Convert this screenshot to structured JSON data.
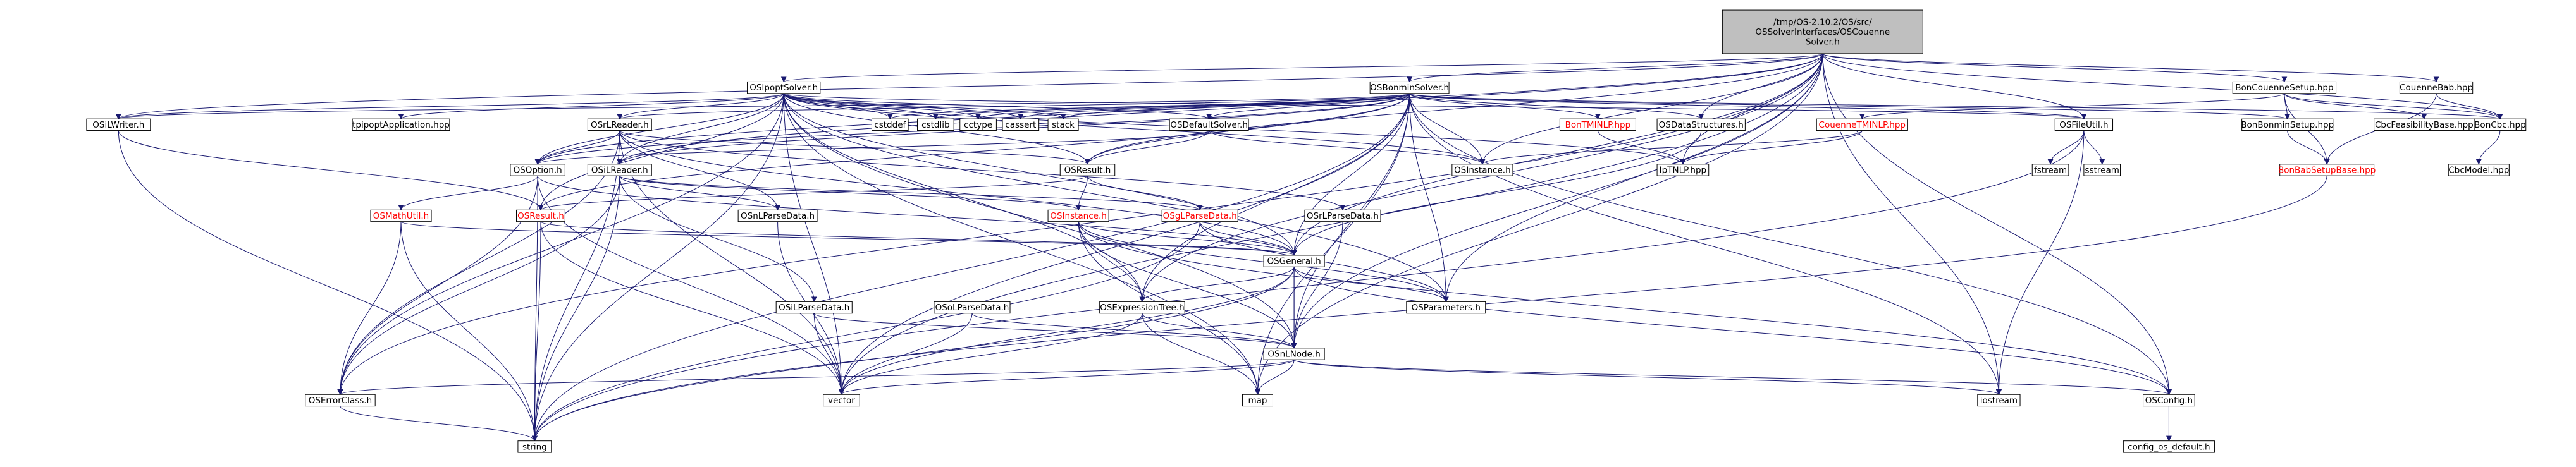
{
  "diagram": {
    "kind": "include-dependency-graph",
    "colors": {
      "edge": "#191970",
      "root_fill": "#bfbfbf",
      "node_fill": "#ffffff",
      "node_border": "#000000",
      "text": "#000000",
      "linked_text": "#ff0000"
    },
    "nodes": [
      {
        "id": "root",
        "label": "/tmp/OS-2.10.2/OS/src/\nOSSolverInterfaces/OSCouenne\nSolver.h",
        "style": "root"
      },
      {
        "id": "ipopt",
        "label": "OSIpoptSolver.h",
        "style": "normal"
      },
      {
        "id": "bonmin",
        "label": "OSBonminSolver.h",
        "style": "normal"
      },
      {
        "id": "bcs",
        "label": "BonCouenneSetup.hpp",
        "style": "normal"
      },
      {
        "id": "cbab",
        "label": "CouenneBab.hpp",
        "style": "normal"
      },
      {
        "id": "oswriter",
        "label": "OSiLWriter.h",
        "style": "normal"
      },
      {
        "id": "tpipopt",
        "label": "tpipoptApplication.hpp",
        "style": "normal"
      },
      {
        "id": "osrlreader",
        "label": "OSrLReader.h",
        "style": "normal"
      },
      {
        "id": "cstddef",
        "label": "cstddef",
        "style": "normal"
      },
      {
        "id": "cstdlib",
        "label": "cstdlib",
        "style": "normal"
      },
      {
        "id": "cctype",
        "label": "cctype",
        "style": "normal"
      },
      {
        "id": "cassert",
        "label": "cassert",
        "style": "normal"
      },
      {
        "id": "stack",
        "label": "stack",
        "style": "normal"
      },
      {
        "id": "osdefsolver",
        "label": "OSDefaultSolver.h",
        "style": "normal"
      },
      {
        "id": "bontmin",
        "label": "BonTMINLP.hpp",
        "style": "linked"
      },
      {
        "id": "osdatastruct",
        "label": "OSDataStructures.h",
        "style": "normal"
      },
      {
        "id": "couennetminlp",
        "label": "CouenneTMINLP.hpp",
        "style": "linked"
      },
      {
        "id": "osfileutil",
        "label": "OSFileUtil.h",
        "style": "normal"
      },
      {
        "id": "bonminsetup",
        "label": "BonBonminSetup.hpp",
        "style": "normal"
      },
      {
        "id": "cbcfeas",
        "label": "CbcFeasibilityBase.hpp",
        "style": "normal"
      },
      {
        "id": "boncbc",
        "label": "BonCbc.hpp",
        "style": "normal"
      },
      {
        "id": "osoption",
        "label": "OSOption.h",
        "style": "normal"
      },
      {
        "id": "osilreader",
        "label": "OSiLReader.h",
        "style": "normal"
      },
      {
        "id": "osresult",
        "label": "OSResult.h",
        "style": "normal"
      },
      {
        "id": "osinstance",
        "label": "OSInstance.h",
        "style": "normal"
      },
      {
        "id": "iptnlp",
        "label": "IpTNLP.hpp",
        "style": "normal"
      },
      {
        "id": "fstream",
        "label": "fstream",
        "style": "normal"
      },
      {
        "id": "sstream",
        "label": "sstream",
        "style": "normal"
      },
      {
        "id": "bonbab",
        "label": "BonBabSetupBase.hpp",
        "style": "linked"
      },
      {
        "id": "cbcmodel",
        "label": "CbcModel.hpp",
        "style": "normal"
      },
      {
        "id": "osmathutil",
        "label": "OSMathUtil.h",
        "style": "linked"
      },
      {
        "id": "osrsresult",
        "label": "OSResult.h",
        "style": "linked"
      },
      {
        "id": "osnlparse",
        "label": "OSnLParseData.h",
        "style": "normal"
      },
      {
        "id": "osrlparse",
        "label": "OSrLParseData.h",
        "style": "normal"
      },
      {
        "id": "ossgl",
        "label": "OSgLParseData.h",
        "style": "linked"
      },
      {
        "id": "osinstance2",
        "label": "OSInstance.h",
        "style": "linked"
      },
      {
        "id": "osgeneral",
        "label": "OSGeneral.h",
        "style": "normal"
      },
      {
        "id": "osilparse",
        "label": "OSiLParseData.h",
        "style": "normal"
      },
      {
        "id": "oslparse",
        "label": "OSoLParseData.h",
        "style": "normal"
      },
      {
        "id": "osexpr",
        "label": "OSExpressionTree.h",
        "style": "normal"
      },
      {
        "id": "osparams",
        "label": "OSParameters.h",
        "style": "normal"
      },
      {
        "id": "osnlnode",
        "label": "OSnLNode.h",
        "style": "normal"
      },
      {
        "id": "oserror",
        "label": "OSErrorClass.h",
        "style": "normal"
      },
      {
        "id": "vector",
        "label": "vector",
        "style": "normal"
      },
      {
        "id": "map",
        "label": "map",
        "style": "normal"
      },
      {
        "id": "iostream",
        "label": "iostream",
        "style": "normal"
      },
      {
        "id": "osconfig",
        "label": "OSConfig.h",
        "style": "normal"
      },
      {
        "id": "string",
        "label": "string",
        "style": "normal"
      },
      {
        "id": "configdef",
        "label": "config_os_default.h",
        "style": "normal"
      }
    ],
    "edges": [
      [
        "root",
        "ipopt"
      ],
      [
        "root",
        "bonmin"
      ],
      [
        "root",
        "bcs"
      ],
      [
        "root",
        "cbab"
      ],
      [
        "root",
        "oswriter"
      ],
      [
        "root",
        "osdatastruct"
      ],
      [
        "root",
        "osfileutil"
      ],
      [
        "root",
        "osoption"
      ],
      [
        "root",
        "osilreader"
      ],
      [
        "root",
        "osinstance"
      ],
      [
        "root",
        "iptnlp"
      ],
      [
        "root",
        "osparams"
      ],
      [
        "root",
        "osnlnode"
      ],
      [
        "root",
        "osconfig"
      ],
      [
        "root",
        "oserror"
      ],
      [
        "root",
        "vector"
      ],
      [
        "root",
        "map"
      ],
      [
        "root",
        "iostream"
      ],
      [
        "root",
        "boncbc"
      ],
      [
        "root",
        "osresult"
      ],
      [
        "root",
        "osexpr"
      ],
      [
        "root",
        "osgeneral"
      ],
      [
        "ipopt",
        "oswriter"
      ],
      [
        "ipopt",
        "tpipopt"
      ],
      [
        "ipopt",
        "osrlreader"
      ],
      [
        "ipopt",
        "cstddef"
      ],
      [
        "ipopt",
        "cstdlib"
      ],
      [
        "ipopt",
        "cctype"
      ],
      [
        "ipopt",
        "cassert"
      ],
      [
        "ipopt",
        "stack"
      ],
      [
        "ipopt",
        "osdefsolver"
      ],
      [
        "ipopt",
        "osoption"
      ],
      [
        "ipopt",
        "osilreader"
      ],
      [
        "ipopt",
        "osresult"
      ],
      [
        "ipopt",
        "osinstance"
      ],
      [
        "ipopt",
        "iptnlp"
      ],
      [
        "ipopt",
        "osfileutil"
      ],
      [
        "ipopt",
        "osgeneral"
      ],
      [
        "ipopt",
        "osparams"
      ],
      [
        "ipopt",
        "osnlnode"
      ],
      [
        "ipopt",
        "oserror"
      ],
      [
        "ipopt",
        "string"
      ],
      [
        "ipopt",
        "vector"
      ],
      [
        "ipopt",
        "map"
      ],
      [
        "ipopt",
        "osexpr"
      ],
      [
        "ipopt",
        "osrsresult"
      ],
      [
        "bonmin",
        "oswriter"
      ],
      [
        "bonmin",
        "osrlreader"
      ],
      [
        "bonmin",
        "cstddef"
      ],
      [
        "bonmin",
        "cstdlib"
      ],
      [
        "bonmin",
        "cctype"
      ],
      [
        "bonmin",
        "cassert"
      ],
      [
        "bonmin",
        "stack"
      ],
      [
        "bonmin",
        "osdefsolver"
      ],
      [
        "bonmin",
        "bontmin"
      ],
      [
        "bonmin",
        "osdatastruct"
      ],
      [
        "bonmin",
        "osfileutil"
      ],
      [
        "bonmin",
        "bonminsetup"
      ],
      [
        "bonmin",
        "boncbc"
      ],
      [
        "bonmin",
        "osoption"
      ],
      [
        "bonmin",
        "osilreader"
      ],
      [
        "bonmin",
        "osresult"
      ],
      [
        "bonmin",
        "osinstance"
      ],
      [
        "bonmin",
        "osgeneral"
      ],
      [
        "bonmin",
        "osparams"
      ],
      [
        "bonmin",
        "osnlnode"
      ],
      [
        "bonmin",
        "osconfig"
      ],
      [
        "bonmin",
        "iostream"
      ],
      [
        "bonmin",
        "string"
      ],
      [
        "bonmin",
        "vector"
      ],
      [
        "bonmin",
        "map"
      ],
      [
        "bonmin",
        "osexpr"
      ],
      [
        "bonmin",
        "osrsresult"
      ],
      [
        "bcs",
        "couennetminlp"
      ],
      [
        "bcs",
        "bonminsetup"
      ],
      [
        "bcs",
        "cbcfeas"
      ],
      [
        "bcs",
        "boncbc"
      ],
      [
        "bcs",
        "bonbab"
      ],
      [
        "cbab",
        "boncbc"
      ],
      [
        "cbab",
        "bonbab"
      ],
      [
        "oswriter",
        "osrsresult"
      ],
      [
        "oswriter",
        "string"
      ],
      [
        "osrlreader",
        "osoption"
      ],
      [
        "osrlreader",
        "osresult"
      ],
      [
        "osrlreader",
        "osgeneral"
      ],
      [
        "osrlreader",
        "osnlparse"
      ],
      [
        "osrlreader",
        "osrlparse"
      ],
      [
        "osrlreader",
        "oserror"
      ],
      [
        "osrlreader",
        "string"
      ],
      [
        "osrlreader",
        "vector"
      ],
      [
        "osdefsolver",
        "osoption"
      ],
      [
        "osdefsolver",
        "osresult"
      ],
      [
        "osdefsolver",
        "osinstance"
      ],
      [
        "bontmin",
        "iptnlp"
      ],
      [
        "osdatastruct",
        "osgeneral"
      ],
      [
        "couennetminlp",
        "iptnlp"
      ],
      [
        "couennetminlp",
        "osinstance"
      ],
      [
        "osfileutil",
        "fstream"
      ],
      [
        "osfileutil",
        "sstream"
      ],
      [
        "osfileutil",
        "iostream"
      ],
      [
        "osfileutil",
        "string"
      ],
      [
        "bonminsetup",
        "bonbab"
      ],
      [
        "boncbc",
        "cbcmodel"
      ],
      [
        "bonbab",
        "string"
      ],
      [
        "osoption",
        "osmathutil"
      ],
      [
        "osoption",
        "osgeneral"
      ],
      [
        "osoption",
        "oserror"
      ],
      [
        "osoption",
        "string"
      ],
      [
        "osoption",
        "vector"
      ],
      [
        "osilreader",
        "osnlparse"
      ],
      [
        "osilreader",
        "ossgl"
      ],
      [
        "osilreader",
        "osinstance2"
      ],
      [
        "osilreader",
        "osilparse"
      ],
      [
        "osilreader",
        "oserror"
      ],
      [
        "osilreader",
        "string"
      ],
      [
        "osresult",
        "osinstance2"
      ],
      [
        "osresult",
        "ossgl"
      ],
      [
        "osresult",
        "osrsresult"
      ],
      [
        "osmathutil",
        "osgeneral"
      ],
      [
        "osmathutil",
        "oserror"
      ],
      [
        "osmathutil",
        "string"
      ],
      [
        "osrsresult",
        "osgeneral"
      ],
      [
        "osrsresult",
        "vector"
      ],
      [
        "osrsresult",
        "string"
      ],
      [
        "osnlparse",
        "vector"
      ],
      [
        "osrlparse",
        "osnlnode"
      ],
      [
        "ossgl",
        "osgeneral"
      ],
      [
        "ossgl",
        "osparams"
      ],
      [
        "ossgl",
        "string"
      ],
      [
        "osinstance2",
        "osgeneral"
      ],
      [
        "osinstance2",
        "osexpr"
      ],
      [
        "osinstance2",
        "osnlnode"
      ],
      [
        "osinstance2",
        "osparams"
      ],
      [
        "osinstance2",
        "map"
      ],
      [
        "osinstance2",
        "osconfig"
      ],
      [
        "osgeneral",
        "osexpr"
      ],
      [
        "osgeneral",
        "osparams"
      ],
      [
        "osgeneral",
        "osnlnode"
      ],
      [
        "osgeneral",
        "vector"
      ],
      [
        "osgeneral",
        "string"
      ],
      [
        "osgeneral",
        "osconfig"
      ],
      [
        "osilparse",
        "osnlnode"
      ],
      [
        "osilparse",
        "vector"
      ],
      [
        "oslparse",
        "osnlnode"
      ],
      [
        "oslparse",
        "vector"
      ],
      [
        "osexpr",
        "osnlnode"
      ],
      [
        "osexpr",
        "vector"
      ],
      [
        "osexpr",
        "map"
      ],
      [
        "osnlnode",
        "osgeneral"
      ],
      [
        "osnlnode",
        "oserror"
      ],
      [
        "osnlnode",
        "vector"
      ],
      [
        "osnlnode",
        "map"
      ],
      [
        "osnlnode",
        "iostream"
      ],
      [
        "osnlnode",
        "osconfig"
      ],
      [
        "oserror",
        "string"
      ],
      [
        "osconfig",
        "configdef"
      ]
    ]
  }
}
